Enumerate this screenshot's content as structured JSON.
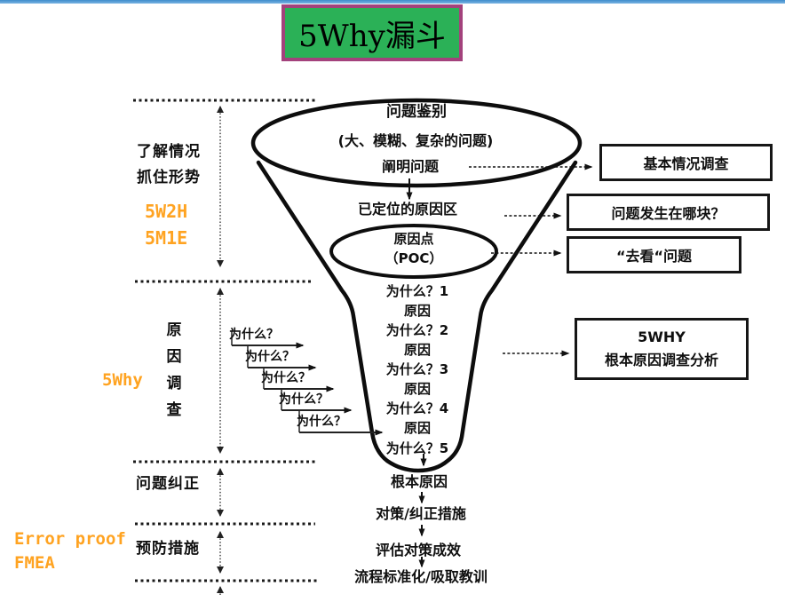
{
  "page": {
    "title": "5Why漏斗"
  },
  "left_legend": {
    "stage1_line1": "了解情况",
    "stage1_line2": "抓住形势",
    "tools1_line1": "5W2H",
    "tools1_line2": "5M1E",
    "stage2_vertical": "原因调查",
    "tools2": "5Why",
    "stage3": "问题纠正",
    "stage4": "预防措施",
    "tools4_line1": "Error proof",
    "tools4_line2": "FMEA"
  },
  "funnel": {
    "top_line1": "问题鉴别",
    "top_line2": "(大、模糊、复杂的问题)",
    "top_line3": "阐明问题",
    "located_area": "已定位的原因区",
    "poc_line1": "原因点",
    "poc_line2": "（POC）",
    "stem_lines": [
      "为什么？1",
      "原因",
      "为什么？2",
      "原因",
      "为什么？3",
      "原因",
      "为什么？4",
      "原因",
      "为什么？5"
    ]
  },
  "cascade": {
    "items": [
      "为什么？",
      "为什么？",
      "为什么？",
      "为什么？",
      "为什么？"
    ]
  },
  "right_boxes": {
    "box1": "基本情况调查",
    "box2": "问题发生在哪块？",
    "box3": "“去看“问题",
    "box4_line1": "5WHY",
    "box4_line2": "根本原因调查分析"
  },
  "flow_bottom": {
    "step1": "根本原因",
    "step2": "对策/纠正措施",
    "step3": "评估对策成效",
    "step4": "流程标准化/吸取教训"
  },
  "colors": {
    "accent_orange": "#ffa321",
    "title_bg": "#2bb157",
    "title_border": "#a3427c",
    "top_bar": "#4f9bd5",
    "line_black": "#111111"
  }
}
